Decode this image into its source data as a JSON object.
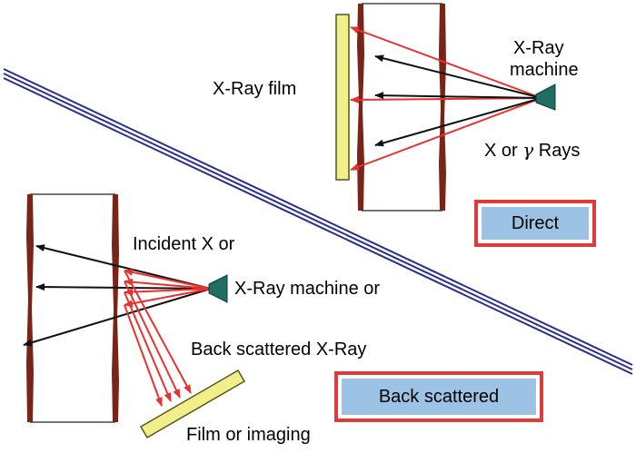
{
  "labels": {
    "xray_film": "X-Ray film",
    "xray_machine_line1": "X-Ray",
    "xray_machine_line2": "machine",
    "x_or": "X or",
    "gamma": "γ",
    "rays": "Rays",
    "incident": "Incident X or",
    "machine_or": "X-Ray machine or",
    "back_scattered_xray": "Back scattered X-Ray",
    "film_or_imaging": "Film or imaging"
  },
  "boxes": {
    "direct": "Direct",
    "back_scattered": "Back scattered"
  },
  "colors": {
    "wall": "#7a2418",
    "film": "#f1ef8a",
    "film_border": "#55551e",
    "machine": "#1e6e64",
    "red_ray": "#e8322f",
    "black_ray": "#111111",
    "divider": "#2b2f8a",
    "box_border": "#e03a3a",
    "box_fill": "#9cc3e4"
  }
}
